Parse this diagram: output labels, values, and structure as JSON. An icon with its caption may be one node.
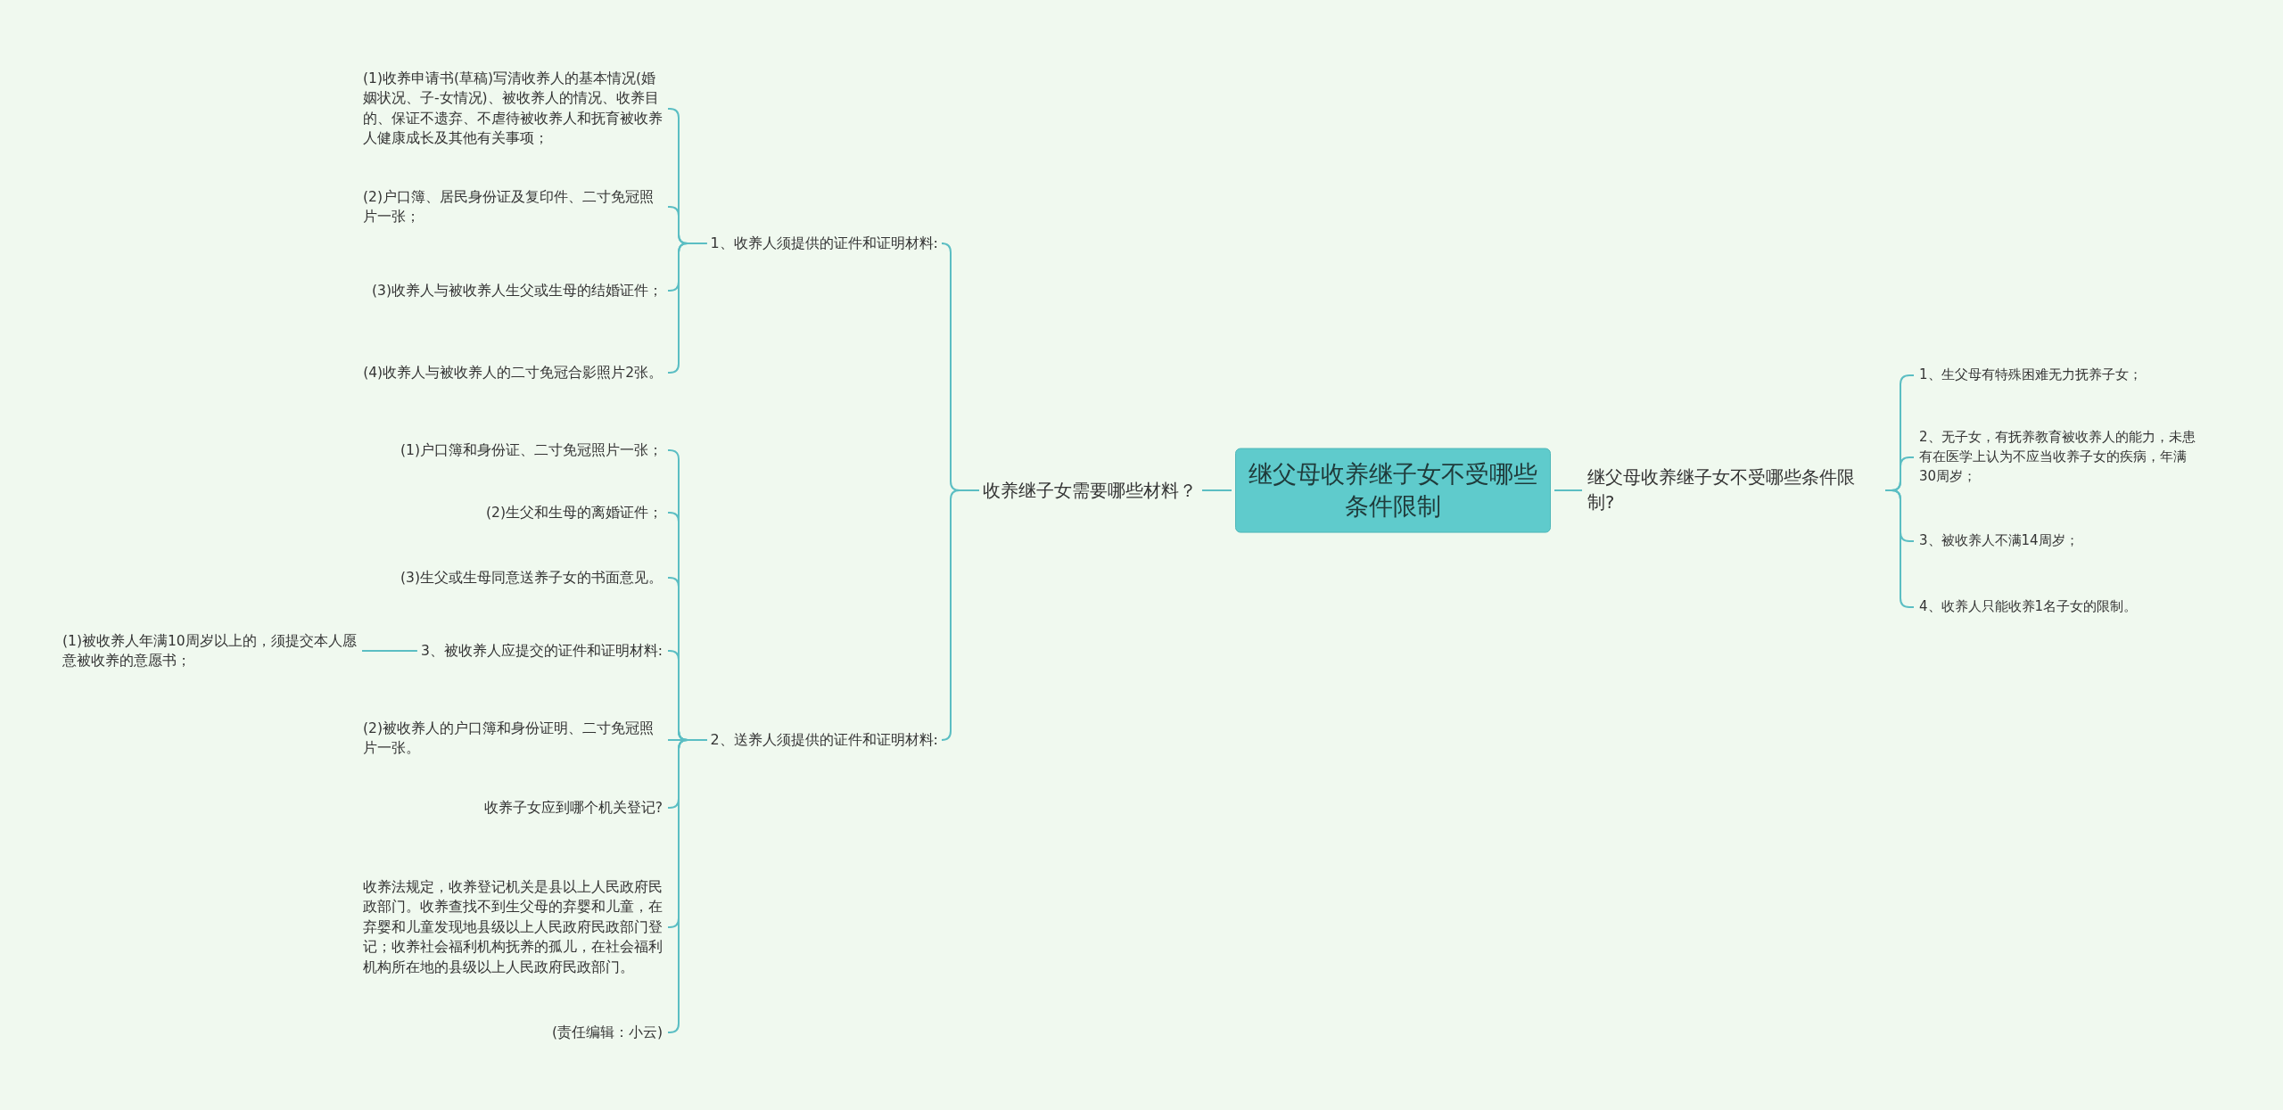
{
  "diagram": {
    "nodes": [
      {
        "text": [
          "继父母收养继子女不受哪些条件限制"
        ]
      },
      {
        "text": [
          "收养继子女需要哪些材料？"
        ]
      },
      {
        "text": [
          "1、收养人须提供的证件和证明材料:"
        ]
      },
      {
        "text": [
          "(1)收养申请书(草稿)写清收养人的基本情况(婚姻状况、子-女情况)、被收养人的情况、收养目的、保证不遗弃、不虐待被收养人和抚育被收养人健康成长及其他有关事项；"
        ]
      },
      {
        "text": [
          "(2)户口簿、居民身份证及复印件、二寸免冠照片一张；"
        ]
      },
      {
        "text": [
          "(3)收养人与被收养人生父或生母的结婚证件；"
        ]
      },
      {
        "text": [
          "(4)收养人与被收养人的二寸免冠合影照片2张。"
        ]
      },
      {
        "text": [
          "2、送养人须提供的证件和证明材料:"
        ]
      },
      {
        "text": [
          "(1)户口簿和身份证、二寸免冠照片一张；"
        ]
      },
      {
        "text": [
          "(2)生父和生母的离婚证件；"
        ]
      },
      {
        "text": [
          "(3)生父或生母同意送养子女的书面意见。"
        ]
      },
      {
        "text": [
          "3、被收养人应提交的证件和证明材料:"
        ]
      },
      {
        "text": [
          "(1)被收养人年满10周岁以上的，须提交本人愿意被收养的意愿书；"
        ]
      },
      {
        "text": [
          "(2)被收养人的户口簿和身份证明、二寸免冠照片一张。"
        ]
      },
      {
        "text": [
          "收养子女应到哪个机关登记?"
        ]
      },
      {
        "text": [
          "收养法规定，收养登记机关是县以上人民政府民政部门。收养查找不到生父母的弃婴和儿童，在弃婴和儿童发现地县级以上人民政府民政部门登记；收养社会福利机构抚养的孤儿，在社会福利机构所在地的县级以上人民政府民政部门。"
        ]
      },
      {
        "text": [
          "(责任编辑：小云)"
        ]
      },
      {
        "text": [
          "继父母收养继子女不受哪些条件限制?"
        ]
      },
      {
        "text": [
          "1、生父母有特殊困难无力抚养子女；"
        ]
      },
      {
        "text": [
          "2、无子女，有抚养教育被收养人的能力，未患有在医学上认为不应当收养子女的疾病，年满30周岁；"
        ]
      },
      {
        "text": [
          "3、被收养人不满14周岁；"
        ]
      },
      {
        "text": [
          "4、收养人只能收养1名子女的限制。"
        ]
      }
    ],
    "edges": [
      {
        "from": 0,
        "to": 1,
        "arrow": "none"
      },
      {
        "from": 1,
        "to": 2,
        "arrow": "none"
      },
      {
        "from": 2,
        "to": 3,
        "arrow": "none"
      },
      {
        "from": 2,
        "to": 4,
        "arrow": "none"
      },
      {
        "from": 2,
        "to": 5,
        "arrow": "none"
      },
      {
        "from": 2,
        "to": 6,
        "arrow": "none"
      },
      {
        "from": 1,
        "to": 7,
        "arrow": "none"
      },
      {
        "from": 7,
        "to": 8,
        "arrow": "none"
      },
      {
        "from": 7,
        "to": 9,
        "arrow": "none"
      },
      {
        "from": 7,
        "to": 10,
        "arrow": "none"
      },
      {
        "from": 7,
        "to": 11,
        "arrow": "none"
      },
      {
        "from": 11,
        "to": 12,
        "arrow": "none"
      },
      {
        "from": 7,
        "to": 13,
        "arrow": "none"
      },
      {
        "from": 7,
        "to": 14,
        "arrow": "none"
      },
      {
        "from": 7,
        "to": 15,
        "arrow": "none"
      },
      {
        "from": 7,
        "to": 16,
        "arrow": "none"
      },
      {
        "from": 0,
        "to": 17,
        "arrow": "none"
      },
      {
        "from": 17,
        "to": 18,
        "arrow": "none"
      },
      {
        "from": 17,
        "to": 19,
        "arrow": "none"
      },
      {
        "from": 17,
        "to": 20,
        "arrow": "none"
      },
      {
        "from": 17,
        "to": 21,
        "arrow": "none"
      }
    ]
  }
}
